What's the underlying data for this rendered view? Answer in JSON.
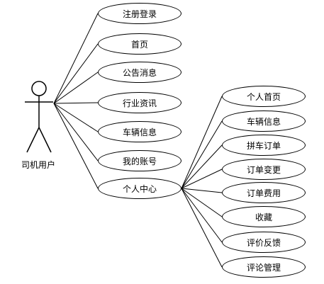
{
  "actor": {
    "label": "司机用户"
  },
  "use_cases_primary": [
    {
      "id": "register-login",
      "label": "注册登录"
    },
    {
      "id": "home",
      "label": "首页"
    },
    {
      "id": "announcement",
      "label": "公告消息"
    },
    {
      "id": "industry-news",
      "label": "行业资讯"
    },
    {
      "id": "vehicle-info",
      "label": "车辆信息"
    },
    {
      "id": "my-account",
      "label": "我的账号"
    },
    {
      "id": "personal-center",
      "label": "个人中心"
    }
  ],
  "use_cases_personal": [
    {
      "id": "personal-home",
      "label": "个人首页"
    },
    {
      "id": "vehicle-info-2",
      "label": "车辆信息"
    },
    {
      "id": "carpool-order",
      "label": "拼车订单"
    },
    {
      "id": "order-change",
      "label": "订单变更"
    },
    {
      "id": "order-fee",
      "label": "订单费用"
    },
    {
      "id": "favorites",
      "label": "收藏"
    },
    {
      "id": "review-feedback",
      "label": "评价反馈"
    },
    {
      "id": "comment-management",
      "label": "评论管理"
    }
  ]
}
